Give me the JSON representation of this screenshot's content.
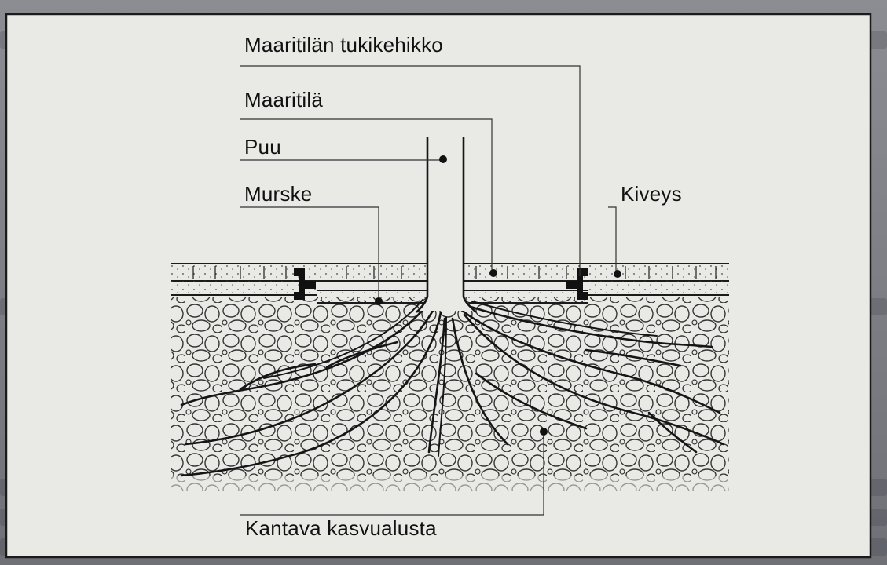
{
  "diagram": {
    "labels": {
      "grate_frame": "Maaritilän tukikehikko",
      "grate": "Maaritilä",
      "tree": "Puu",
      "crushed_stone": "Murske",
      "paving": "Kiveys",
      "growth_medium": "Kantava kasvualusta"
    },
    "colors": {
      "paper": "#e9e9e6",
      "ink": "#151515",
      "page_background": "#7d7f86"
    }
  }
}
